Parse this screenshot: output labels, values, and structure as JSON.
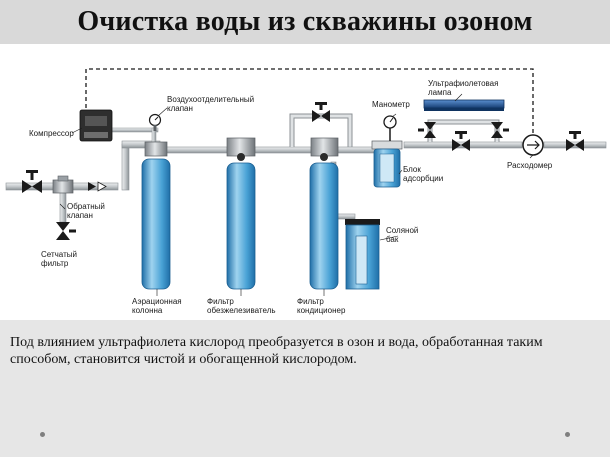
{
  "page": {
    "title": "Очистка воды из скважины озоном",
    "caption": "Под влиянием ультрафиолета кислород преобразуется в озон и вода, обработанная таким способом, становится чистой и обогащенной кислородом."
  },
  "diagram": {
    "labels": {
      "compressor": "Компрессор",
      "air_valve_1": "Воздухоотделительный",
      "air_valve_2": "клапан",
      "manometer": "Манометр",
      "uv_lamp_1": "Ультрафиолетовая",
      "uv_lamp_2": "лампа",
      "flowmeter": "Расходомер",
      "check_valve_1": "Обратный",
      "check_valve_2": "клапан",
      "mesh_filter_1": "Сетчатый",
      "mesh_filter_2": "фильтр",
      "absorption_1": "Блок",
      "absorption_2": "адсорбции",
      "salt_tank_1": "Соляной",
      "salt_tank_2": "бак",
      "aeration_1": "Аэрационная",
      "aeration_2": "колонна",
      "deiron_1": "Фильтр",
      "deiron_2": "обезжелезиватель",
      "conditioner_1": "Фильтр",
      "conditioner_2": "кондиционер"
    },
    "colors": {
      "pipe": "#cfd3d6",
      "pipe_edge": "#8c9296",
      "tank_light": "#9fd3ef",
      "tank_mid": "#4aa3d6",
      "tank_dark": "#1f6fa8",
      "valve": "#1a1a1a",
      "uv_lamp": "#1b4f8f",
      "dashed_line": "#1a1a1a"
    }
  }
}
